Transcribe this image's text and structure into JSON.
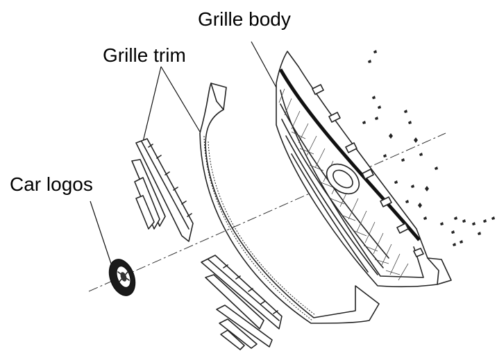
{
  "labels": {
    "grille_body": "Grille body",
    "grille_trim": "Grille trim",
    "car_logos": "Car logos"
  },
  "ink_color": "#222222"
}
